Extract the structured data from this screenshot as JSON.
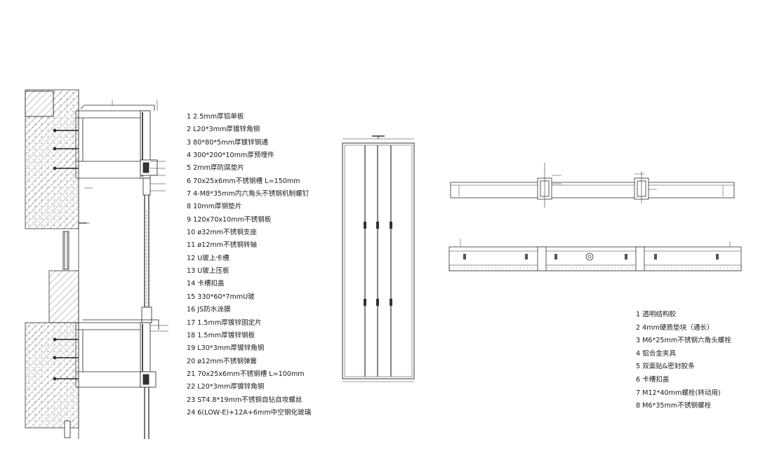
{
  "legend_section": [
    "1 2.5mm厚铝单板",
    "2 L20*3mm厚镀锌角钢",
    "3 80*80*5mm厚镀锌钢通",
    "4 300*200*10mm厚预埋件",
    "5 2mm厚防腐垫片",
    "6 70x25x6mm不锈钢槽 L=150mm",
    "7 4-M8*35mm内六角头不锈钢机制螺钉",
    "8 10mm厚钢垫片",
    "9 120x70x10mm不锈钢板",
    "10 ø32mm不锈钢支座",
    "11 ø12mm不锈钢转轴",
    "12 U玻上卡槽",
    "13 U玻上压板",
    "14 卡槽扣盖",
    "15 330*60*7mmU玻",
    "16 JS防水涂膜",
    "17 1.5mm厚镀锌固定片",
    "18 1.5mm厚镀锌钢板",
    "19 L30*3mm厚镀锌角钢",
    "20 ø12mm不锈钢弹簧",
    "21 70x25x6mm不锈钢槽 L=100mm",
    "22 L20*3mm厚镀锌角钢",
    "23 ST4.8*19mm不锈钢自钻自攻螺丝",
    "24 6(LOW-E)+12A+6mm中空钢化玻璃"
  ],
  "legend_plan": [
    "1 透明结构胶",
    "2 4mm硬质垫块（通长）",
    "3 M6*25mm不锈钢六角头螺栓",
    "4 铝合金夹具",
    "5 双面贴&密封胶条",
    "6 卡槽扣盖",
    "7 M12*40mm螺栓(转动用)",
    "8 M6*35mm不锈钢螺栓"
  ]
}
